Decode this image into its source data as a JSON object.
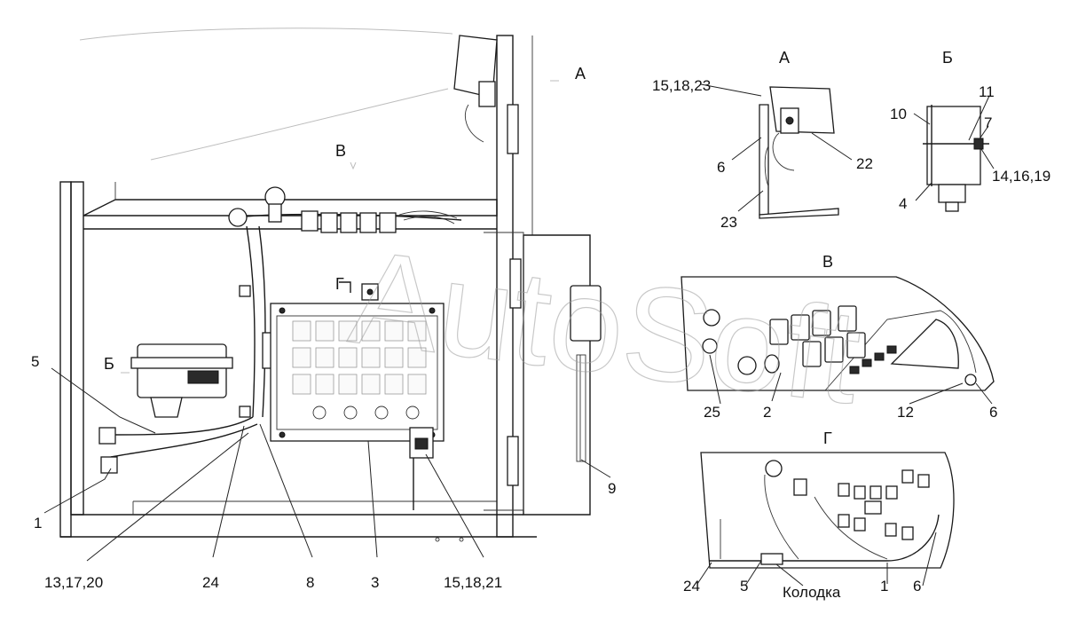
{
  "watermark": "AutoSoft",
  "view_titles": {
    "a_main": "А",
    "v_main": "В",
    "b_main": "Б",
    "g_main": "Г",
    "a_detail": "А",
    "b_detail": "Б",
    "v_detail": "В",
    "g_detail": "Г"
  },
  "callouts": {
    "main": {
      "c5": "5",
      "c1": "1",
      "c13_17_20": "13,17,20",
      "c24": "24",
      "c8": "8",
      "c3": "3",
      "c15_18_21": "15,18,21",
      "c9": "9"
    },
    "view_a": {
      "c15_18_23": "15,18,23",
      "c6": "6",
      "c22": "22",
      "c23": "23"
    },
    "view_b": {
      "c10": "10",
      "c11": "11",
      "c7": "7",
      "c14_16_19": "14,16,19",
      "c4": "4"
    },
    "view_v": {
      "c25": "25",
      "c2": "2",
      "c12": "12",
      "c6": "6"
    },
    "view_g": {
      "c24": "24",
      "c5": "5",
      "kolodka": "Колодка",
      "c1": "1",
      "c6": "6"
    }
  }
}
